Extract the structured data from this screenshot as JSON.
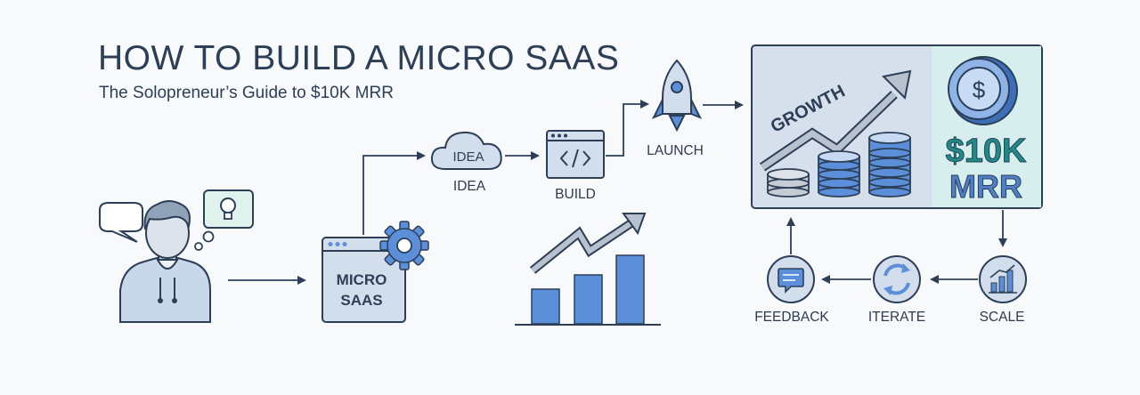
{
  "title": "HOW TO BUILD A MICRO SAAS",
  "subtitle": "The Solopreneur’s Guide to $10K MRR",
  "micro_saas": {
    "line1": "MICRO",
    "line2": "SAAS"
  },
  "idea": {
    "cloud_text": "IDEA",
    "label": "IDEA"
  },
  "build": {
    "label": "BUILD"
  },
  "launch": {
    "label": "LAUNCH"
  },
  "growth_panel": {
    "growth_text": "GROWTH",
    "mrr_line1": "$10K",
    "mrr_line2": "MRR"
  },
  "cycle": {
    "feedback": "FEEDBACK",
    "iterate": "ITERATE",
    "scale": "SCALE"
  },
  "icons": [
    "person-icon",
    "speech-bubble-icon",
    "lightbulb-icon",
    "gear-icon",
    "cloud-icon",
    "code-window-icon",
    "rocket-icon",
    "growth-chart-icon",
    "coin-stack-icon",
    "dollar-coin-icon",
    "chat-icon",
    "refresh-icon",
    "bar-chart-icon"
  ],
  "colors": {
    "ink": "#2c3f57",
    "blue": "#5b8fd9",
    "panel": "#d8e2ef",
    "mint": "#d6efee",
    "teal": "#1f8a87"
  }
}
